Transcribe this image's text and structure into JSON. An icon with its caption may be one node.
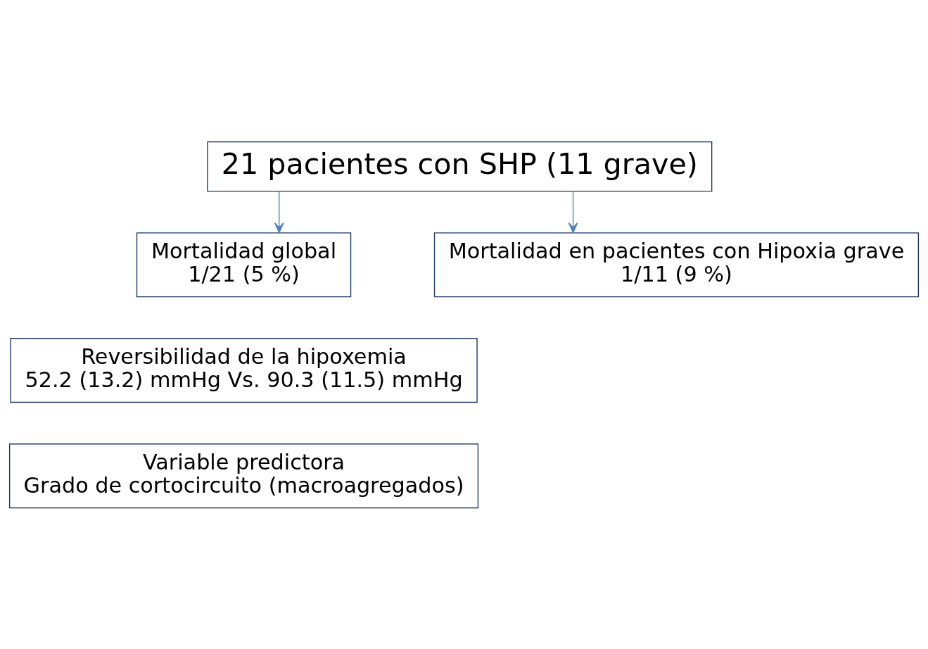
{
  "diagram": {
    "nodes": [
      {
        "text": [
          "21 pacientes con SHP (11 grave)"
        ]
      },
      {
        "text": [
          "Mortalidad global",
          "1/21 (5 %)"
        ]
      },
      {
        "text": [
          "Mortalidad en pacientes con Hipoxia grave",
          "1/11 (9 %)"
        ]
      },
      {
        "text": [
          "Reversibilidad de la hipoxemia",
          "52.2 (13.2) mmHg Vs. 90.3 (11.5) mmHg"
        ]
      },
      {
        "text": [
          "Variable predictora",
          "Grado de cortocircuito (macroagregados)"
        ]
      }
    ],
    "edges": [
      {
        "from": 0,
        "to": 1,
        "arrow": "to"
      },
      {
        "from": 0,
        "to": 2,
        "arrow": "to"
      }
    ]
  }
}
